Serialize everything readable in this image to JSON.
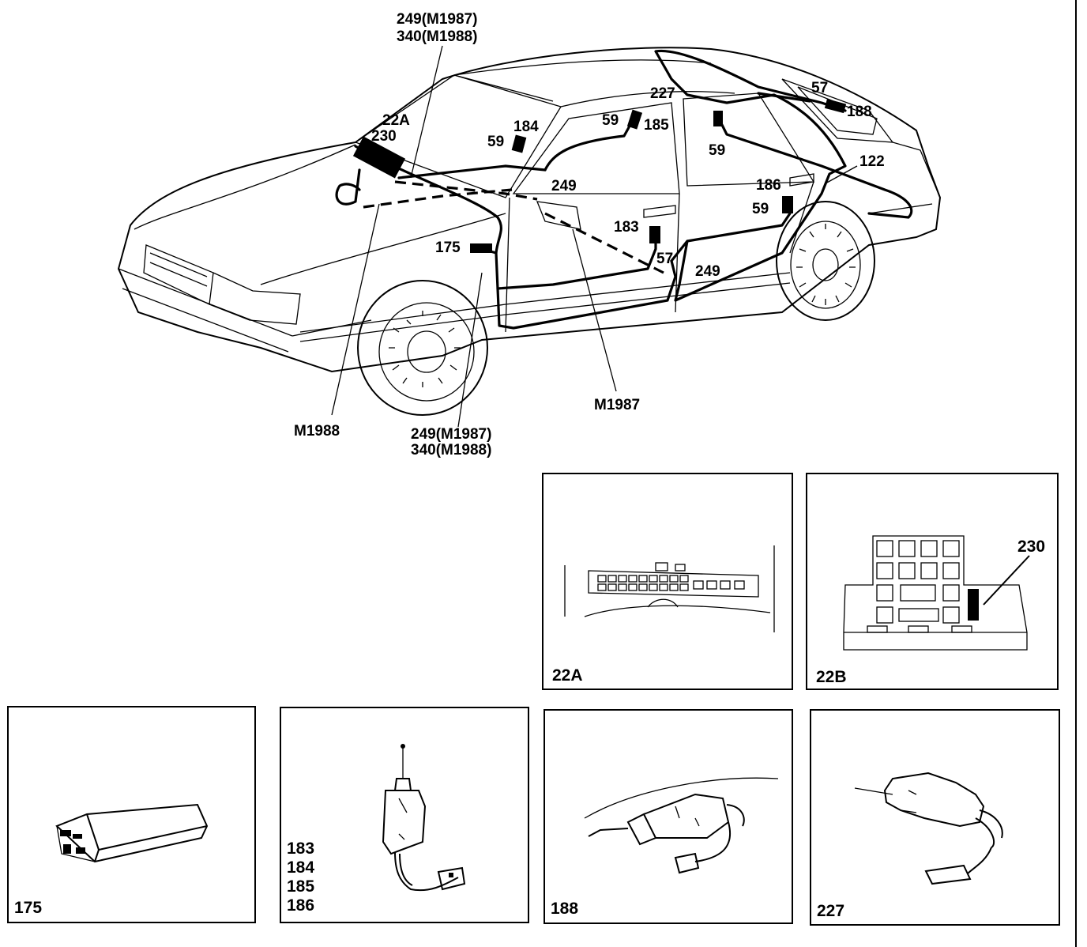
{
  "callouts": {
    "top_249_m1987": "249(M1987)",
    "top_340_m1988": "340(M1988)",
    "c22a": "22A",
    "c230": "230",
    "c59_dash": "59",
    "c184": "184",
    "c59_door": "59",
    "c185": "185",
    "c227": "227",
    "c57_top": "57",
    "c188": "188",
    "c59_rear": "59",
    "c122": "122",
    "c249_mid": "249",
    "c186": "186",
    "c59_rdoor": "59",
    "c183": "183",
    "c175": "175",
    "c57_sill": "57",
    "c249_sill": "249",
    "m1988": "M1988",
    "m1987": "M1987",
    "bot_249_m1987": "249(M1987)",
    "bot_340_m1988": "340(M1988)"
  },
  "panels": {
    "p22a": "22A",
    "p22b": "22B",
    "p22b_callout": "230",
    "p175": "175",
    "p_sensors": [
      "183",
      "184",
      "185",
      "186"
    ],
    "p188": "188",
    "p227": "227"
  }
}
